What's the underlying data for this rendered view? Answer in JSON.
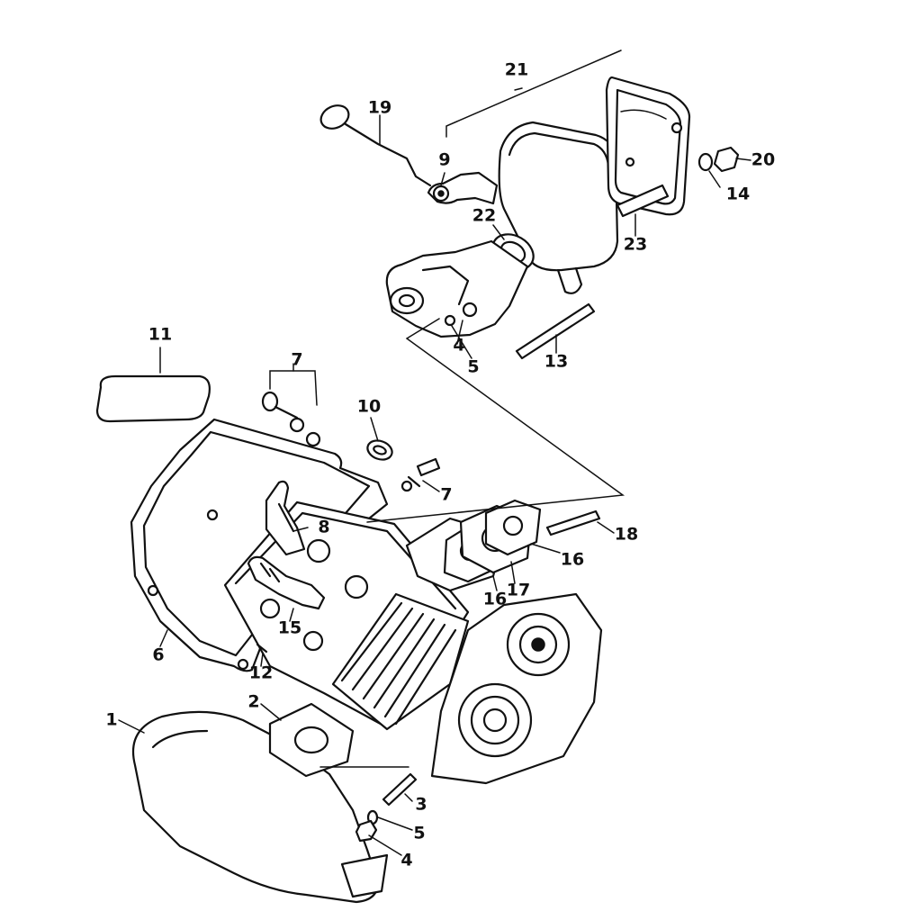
{
  "callouts": [
    {
      "id": "c1",
      "text": "1"
    },
    {
      "id": "c2",
      "text": "2"
    },
    {
      "id": "c3",
      "text": "3"
    },
    {
      "id": "c4a",
      "text": "4"
    },
    {
      "id": "c4b",
      "text": "4"
    },
    {
      "id": "c5a",
      "text": "5"
    },
    {
      "id": "c5b",
      "text": "5"
    },
    {
      "id": "c6",
      "text": "6"
    },
    {
      "id": "c7a",
      "text": "7"
    },
    {
      "id": "c7b",
      "text": "7"
    },
    {
      "id": "c8",
      "text": "8"
    },
    {
      "id": "c9",
      "text": "9"
    },
    {
      "id": "c10",
      "text": "10"
    },
    {
      "id": "c11",
      "text": "11"
    },
    {
      "id": "c12",
      "text": "12"
    },
    {
      "id": "c13",
      "text": "13"
    },
    {
      "id": "c14",
      "text": "14"
    },
    {
      "id": "c15",
      "text": "15"
    },
    {
      "id": "c16a",
      "text": "16"
    },
    {
      "id": "c16b",
      "text": "16"
    },
    {
      "id": "c17",
      "text": "17"
    },
    {
      "id": "c18",
      "text": "18"
    },
    {
      "id": "c19",
      "text": "19"
    },
    {
      "id": "c20",
      "text": "20"
    },
    {
      "id": "c21",
      "text": "21"
    },
    {
      "id": "c22",
      "text": "22"
    },
    {
      "id": "c23",
      "text": "23"
    }
  ]
}
